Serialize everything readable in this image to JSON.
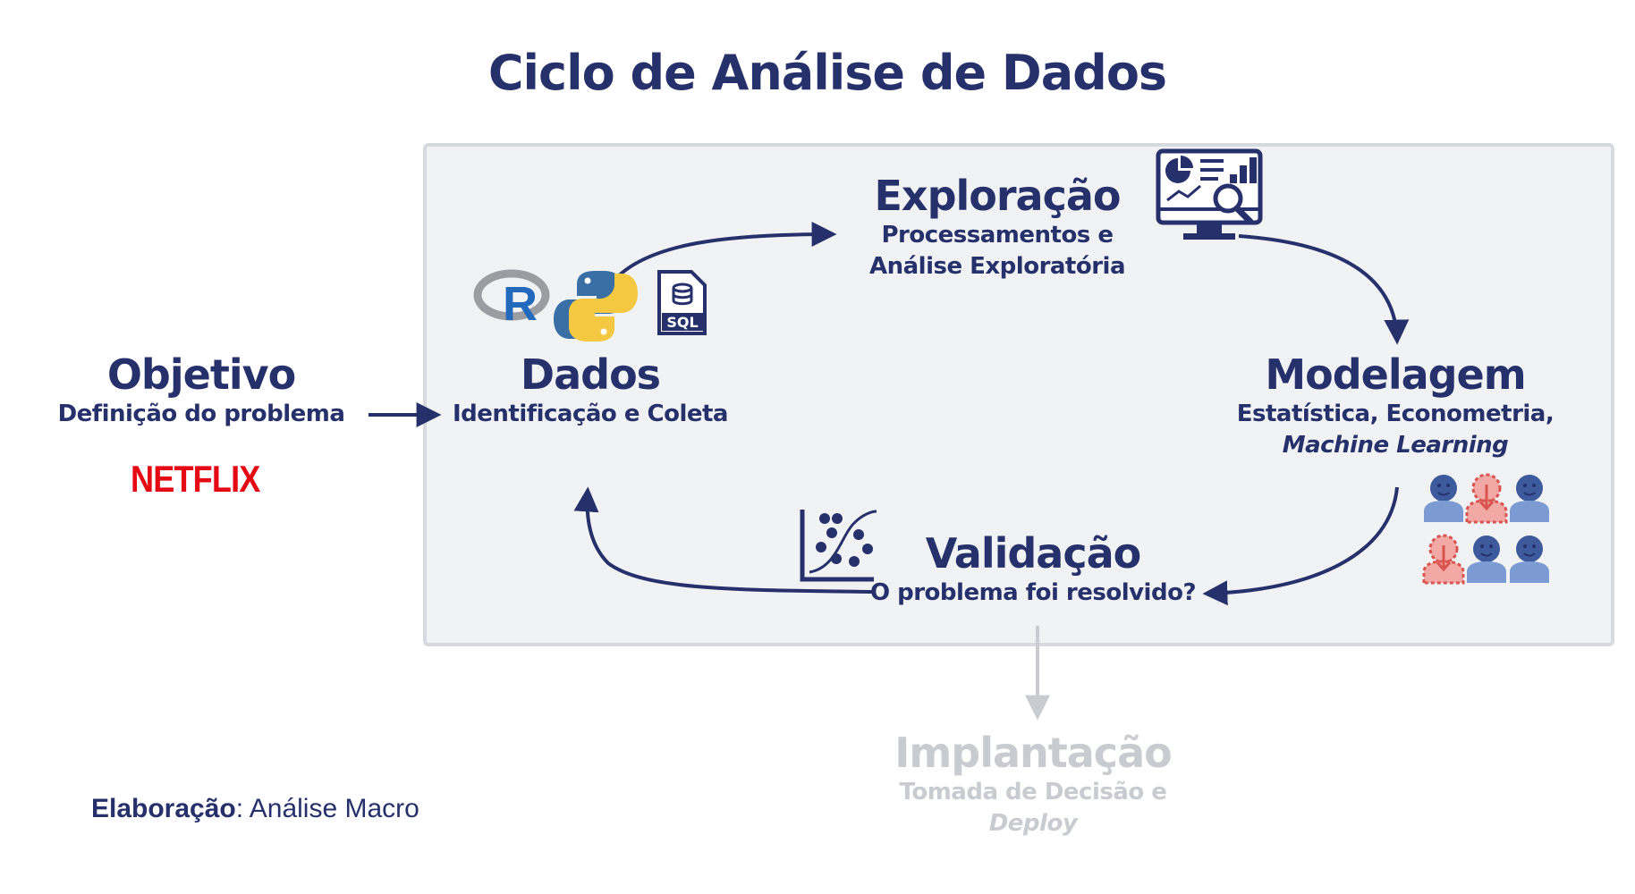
{
  "title": "Ciclo de Análise de Dados",
  "nodes": {
    "objetivo": {
      "title": "Objetivo",
      "subtitle": "Definição do problema"
    },
    "dados": {
      "title": "Dados",
      "subtitle": "Identificação e Coleta"
    },
    "exploracao": {
      "title": "Exploração",
      "subtitle_line1": "Processamentos e",
      "subtitle_line2": "Análise Exploratória"
    },
    "modelagem": {
      "title": "Modelagem",
      "subtitle_line1": "Estatística, Econometria,",
      "subtitle_line2": "Machine Learning"
    },
    "validacao": {
      "title": "Validação",
      "subtitle": "O problema foi resolvido?"
    },
    "implantacao": {
      "title": "Implantação",
      "subtitle_line1": "Tomada de Decisão e",
      "subtitle_line2": "Deploy"
    }
  },
  "logos": {
    "netflix": "NETFLIX",
    "r": "R",
    "sql": "SQL"
  },
  "icons": [
    "r-logo-icon",
    "python-logo-icon",
    "sql-file-icon",
    "dashboard-monitor-icon",
    "people-grid-icon",
    "scatter-classification-icon"
  ],
  "credit": {
    "label": "Elaboração",
    "value": ": Análise Macro"
  },
  "colors": {
    "primary": "#26306b",
    "panel": "#f0f2f4",
    "faded": "#c8ccd1",
    "netflix": "#e50914",
    "python_blue": "#3a6fa5",
    "python_yellow": "#f5c842",
    "person_blue": "#5b79b7",
    "person_red": "#d9534f"
  }
}
